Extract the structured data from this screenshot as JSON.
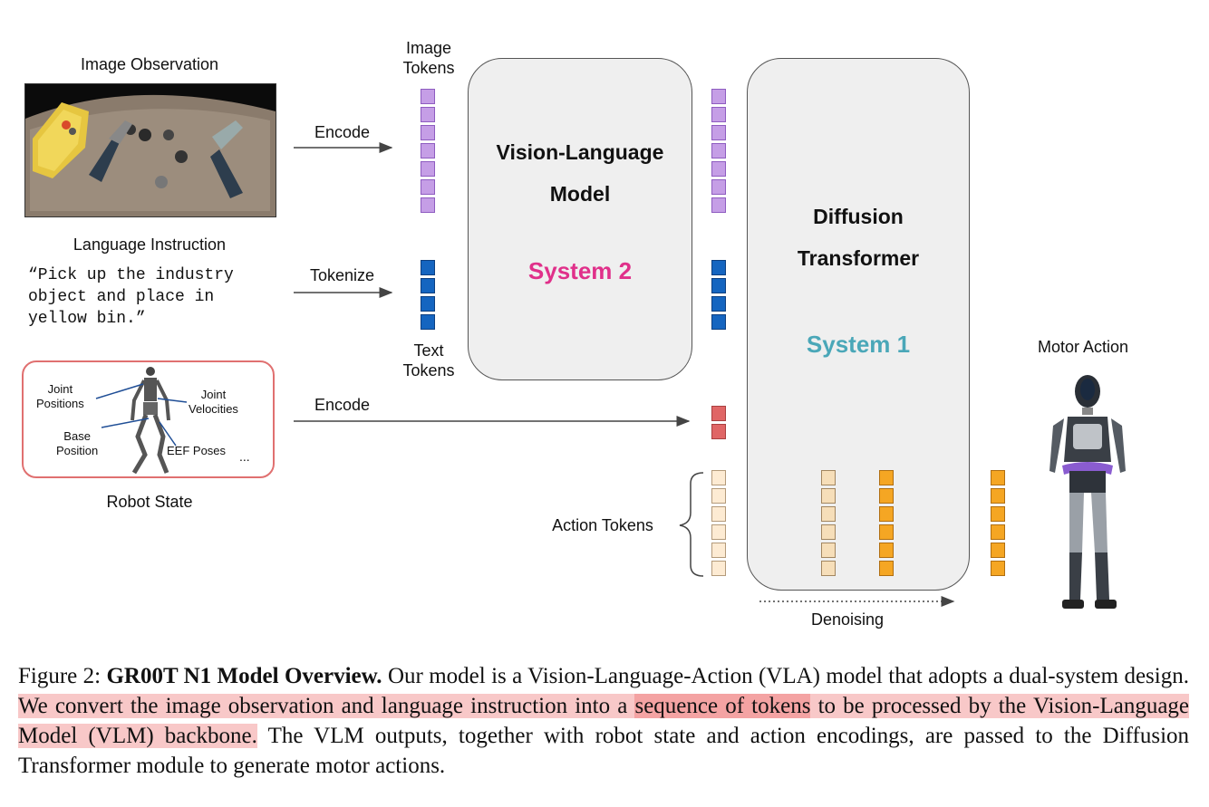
{
  "labels": {
    "image_observation": "Image Observation",
    "language_instruction": "Language Instruction",
    "instruction_text": "“Pick up the industry\nobject and place in\nyellow bin.”",
    "robot_state": "Robot State",
    "encode_top": "Encode",
    "tokenize": "Tokenize",
    "encode_state": "Encode",
    "image_tokens": "Image\nTokens",
    "text_tokens": "Text\nTokens",
    "action_tokens": "Action Tokens",
    "vlm_title": "Vision-Language\nModel",
    "system2": "System 2",
    "dit_title": "Diffusion\nTransformer",
    "system1": "System 1",
    "motor_action": "Motor Action",
    "denoising": "Denoising",
    "joint_positions": "Joint\nPositions",
    "joint_velocities": "Joint\nVelocities",
    "base_position": "Base\nPosition",
    "eef_poses": "EEF Poses",
    "ellipsis": "..."
  },
  "caption": {
    "prefix": "Figure 2: ",
    "title": "GR00T N1 Model Overview.",
    "text1": " Our model is a Vision-Language-Action (VLA) model that adopts a dual-system design. ",
    "hl1": "We convert the image observation and language instruction into a ",
    "hl2": "sequence of tokens",
    "hl3": " to be processed by the Vision-Language Model (VLM) backbone.",
    "text2": " The VLM outputs, together with robot state and action encodings, are passed to the Diffusion Transformer module to generate motor actions."
  },
  "colors": {
    "image_token": "#c59ee6",
    "text_token": "#1565c0",
    "state_token": "#e06666",
    "action_noise_token": "#fdebd3",
    "action_mid_token": "#f6deb9",
    "action_clean_token": "#f5a623",
    "system2": "#e0308a",
    "system1": "#4aa7b8",
    "robot_state_border": "#e07070",
    "highlight": "#f8c8c8"
  },
  "icons": [
    "robot-photo-icon",
    "humanoid-robot-icon",
    "robot-skeleton-icon"
  ]
}
